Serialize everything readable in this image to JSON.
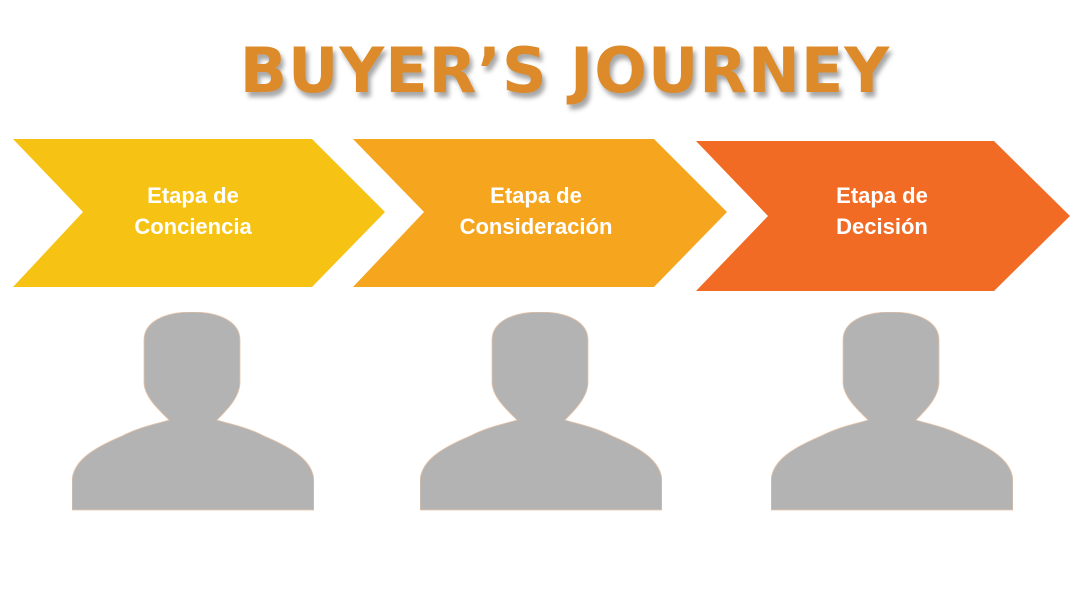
{
  "title": "BUYER’S JOURNEY",
  "colors": {
    "title": "#dc8a2a",
    "stage_1": "#f6c315",
    "stage_2": "#f6a51f",
    "stage_3": "#f26b25",
    "silhouette": "#b3b3b3",
    "label_text": "#ffffff"
  },
  "stages": [
    {
      "line1": "Etapa de",
      "line2": "Conciencia",
      "icon": "person-silhouette-icon"
    },
    {
      "line1": "Etapa de",
      "line2": "Consideración",
      "icon": "person-silhouette-icon"
    },
    {
      "line1": "Etapa de",
      "line2": "Decisión",
      "icon": "person-silhouette-icon"
    }
  ]
}
